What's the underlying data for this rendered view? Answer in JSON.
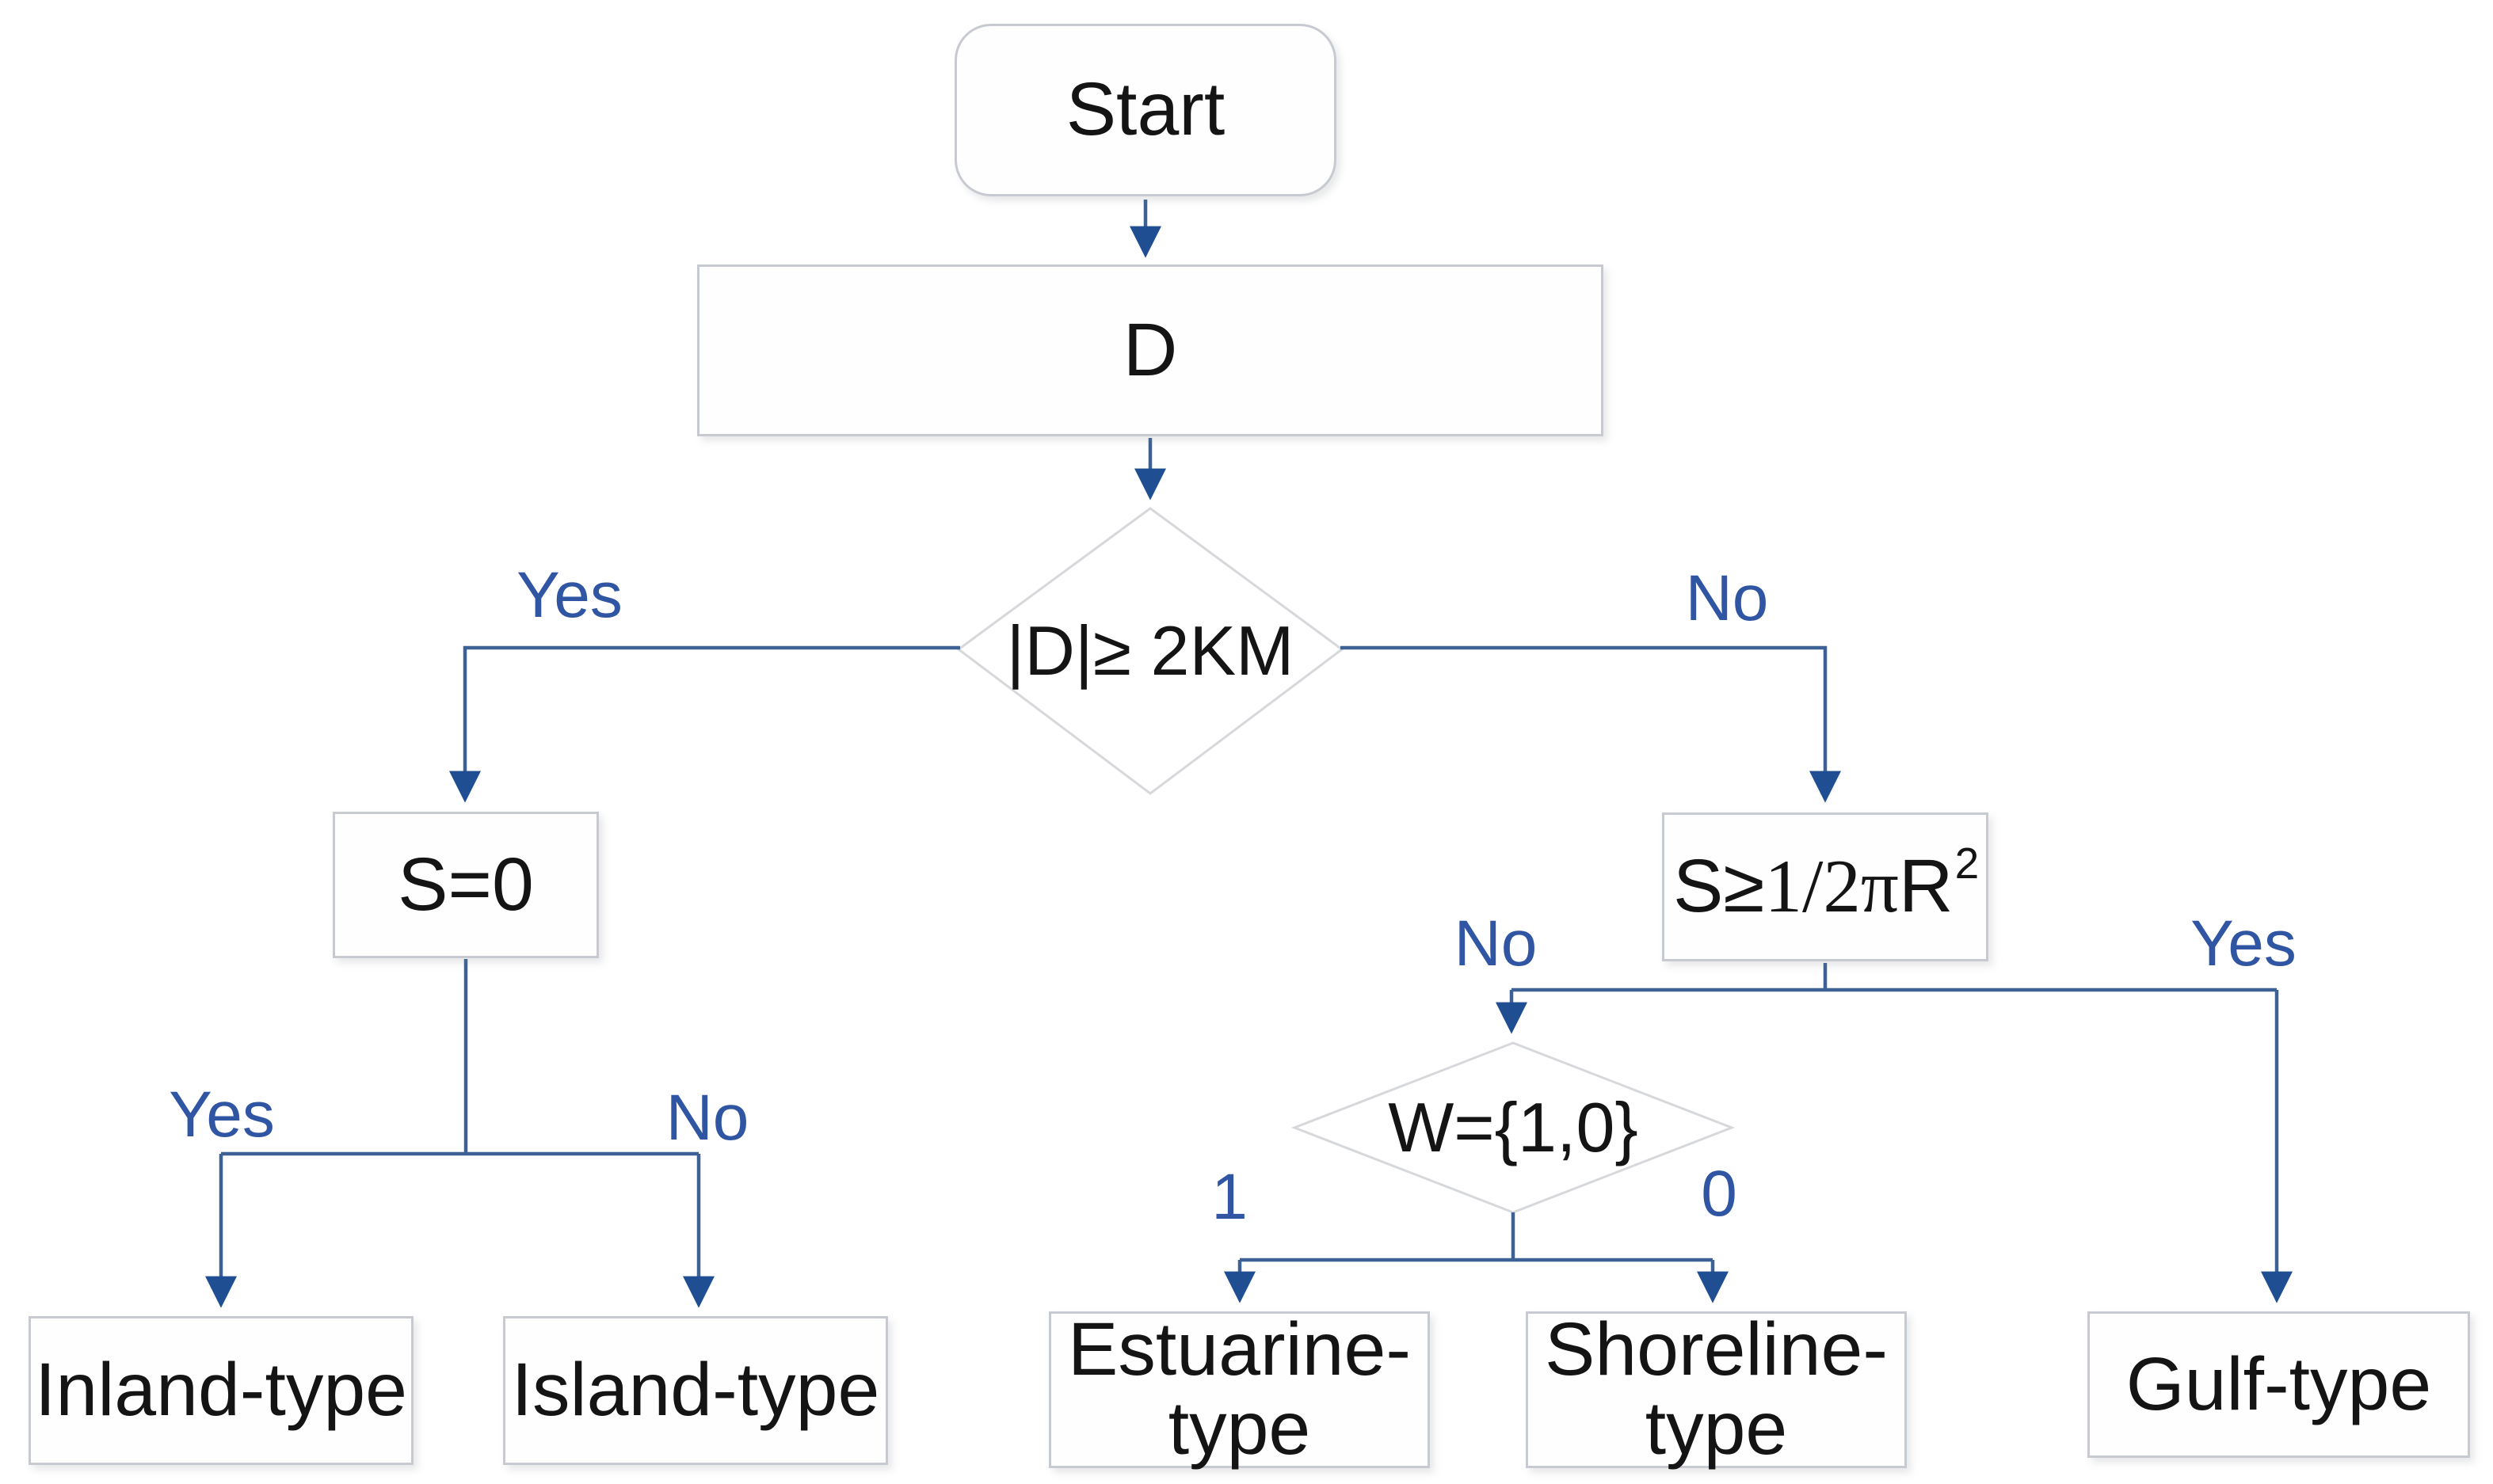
{
  "colors": {
    "line": "#3d6195",
    "arrow": "#1f4e92",
    "label": "#2f55a3",
    "box_border": "#c7cbd1",
    "shape_border": "#d6d8dc",
    "text": "#141414",
    "bg": "#ffffff"
  },
  "nodes": {
    "start": {
      "label": "Start"
    },
    "d_process": {
      "label": "D"
    },
    "decision_d": {
      "label": "|D|≥ 2KM"
    },
    "s_zero": {
      "label": "S=0"
    },
    "s_area": {
      "prefix": "S≥",
      "fraction": "1/2π",
      "base": "R",
      "superscript": "2"
    },
    "decision_w": {
      "label": "W={1,0}"
    },
    "inland": {
      "label": "Inland-type"
    },
    "island": {
      "label": "Island-type"
    },
    "estuarine": {
      "line1": "Estuarine-",
      "line2": "type"
    },
    "shoreline": {
      "line1": "Shoreline-",
      "line2": "type"
    },
    "gulf": {
      "label": "Gulf-type"
    }
  },
  "edge_labels": {
    "d_yes": "Yes",
    "d_no": "No",
    "s_zero_yes": "Yes",
    "s_zero_no": "No",
    "s_area_no": "No",
    "s_area_yes": "Yes",
    "w_one": "1",
    "w_zero": "0"
  }
}
